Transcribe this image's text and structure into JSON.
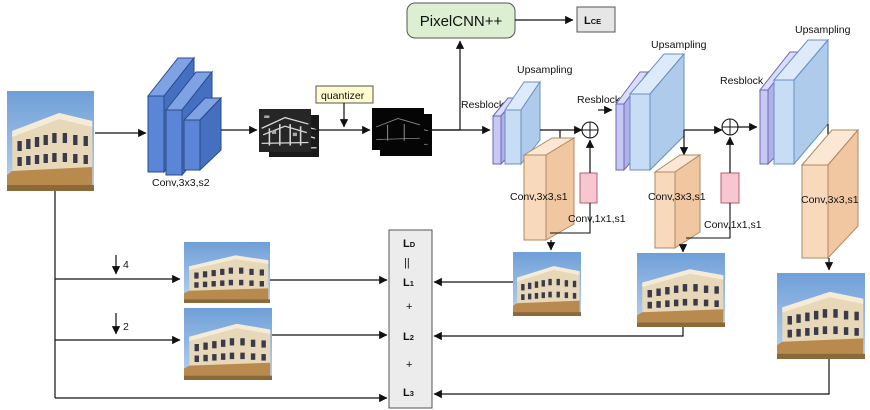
{
  "labels": {
    "pixelcnn": "PixelCNN++",
    "lce_main": "L",
    "lce_sub": "CE",
    "quantizer": "quantizer",
    "conv_s2": "Conv,3x3,s2",
    "resblock": "Resblock",
    "upsampling": "Upsampling",
    "conv_s1": "Conv,3x3,s1",
    "conv_1x1": "Conv,1x1,s1",
    "down4": "4",
    "down2": "2"
  },
  "loss": {
    "l": "L",
    "d_sub": "D",
    "equals": "||",
    "l1_sub": "1",
    "plus": "+",
    "l2_sub": "2",
    "l3_sub": "3"
  },
  "colors": {
    "blue_block": "#5b85d6",
    "lavender_block": "#c8c8f5",
    "light_blue_block": "#c7ddf5",
    "peach_block": "#f8d9bc",
    "pink_block": "#f7c6cf",
    "green_box": "#dcefd2",
    "quantizer_box": "#fffccd",
    "loss_box": "#ececec"
  }
}
